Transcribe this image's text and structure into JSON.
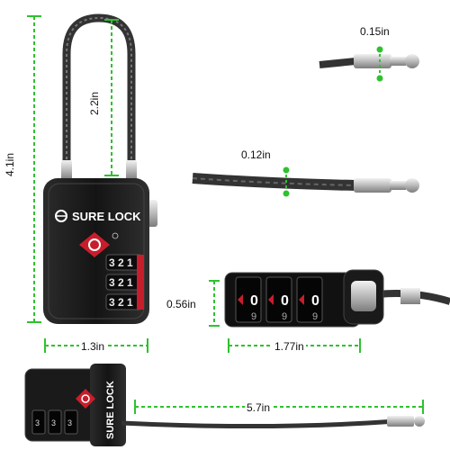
{
  "product": {
    "brand_text": "SURE LOCK",
    "dial_rows": [
      "3 2 1",
      "3 2 1",
      "3 2 1"
    ],
    "top_dial_digits": [
      "0",
      "0",
      "0"
    ],
    "top_dial_bottom": [
      "9",
      "9",
      "9"
    ],
    "colors": {
      "lock_body": "#1a1a1a",
      "tsa_red": "#c81e2c",
      "dimension_green": "#2ec22e",
      "cable": "#3a3a3a",
      "steel": "#c9c9c9"
    }
  },
  "dimensions": {
    "cable_diameter_tip": "0.15in",
    "cable_diameter": "0.12in",
    "shackle_height": "2.2in",
    "total_height": "4.1in",
    "body_width": "1.3in",
    "dial_height": "0.56in",
    "dial_width": "1.77in",
    "cable_length": "5.7in"
  }
}
